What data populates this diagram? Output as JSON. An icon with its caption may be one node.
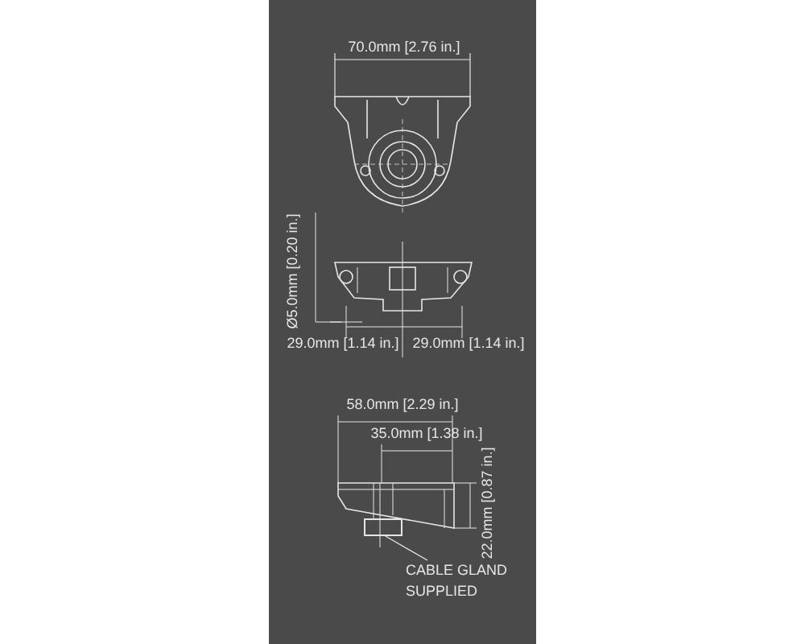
{
  "diagram": {
    "nodes": [
      {
        "text": [
          "CABLE GLAND SUPPLIED"
        ]
      },
      {
        "text": [],
        "shape": "box"
      }
    ],
    "edges": [
      {
        "from": 0,
        "to": 1,
        "arrow": "none"
      }
    ],
    "labels": [
      "70.0mm [2.76 in.]",
      "Ø5.0mm [0.20 in.]",
      "29.0mm [1.14 in.]",
      "29.0mm [1.14 in.]",
      "58.0mm [2.29 in.]",
      "35.0mm [1.38 in.]",
      "22.0mm [0.87 in.]"
    ]
  }
}
